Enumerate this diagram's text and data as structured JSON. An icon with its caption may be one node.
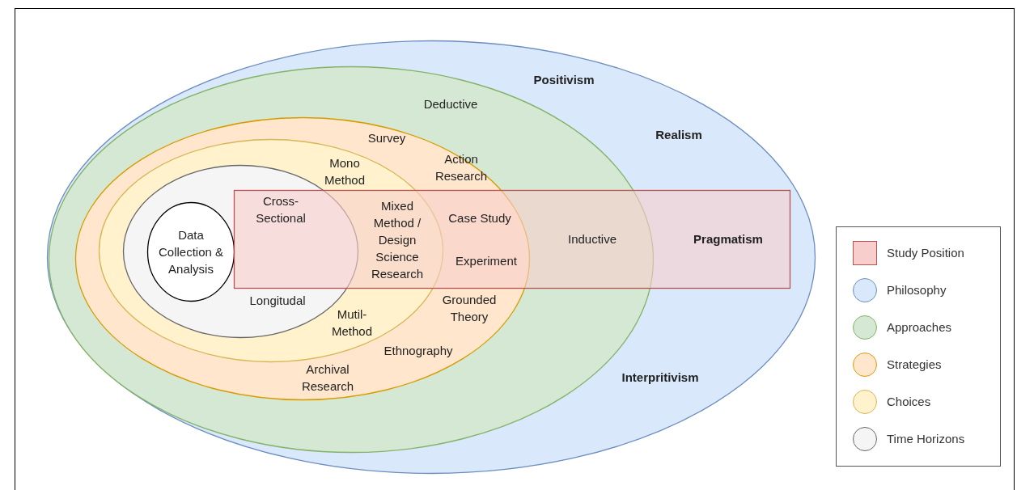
{
  "diagram": {
    "nodes": [
      {
        "text": [
          "Positivism",
          "Realism",
          "Pragmatism",
          "Interpritivism"
        ]
      },
      {
        "text": [
          "Deductive",
          "Inductive"
        ],
        "in": 0
      },
      {
        "text": [
          "Survey",
          "Action Research",
          "Case Study",
          "Experiment",
          "Grounded Theory",
          "Ethnography",
          "Archival Research"
        ],
        "in": 1
      },
      {
        "text": [
          "Mono Method",
          "Mixed Method / Design Science Research",
          "Mutil-Method"
        ],
        "in": 2
      },
      {
        "text": [
          "Cross-Sectional",
          "Longitudal"
        ],
        "in": 3
      },
      {
        "text": [
          "Data Collection & Analysis"
        ],
        "in": 4
      }
    ],
    "edges": [],
    "legend": [
      {
        "text": "Study Position",
        "color": "#f8cecc"
      },
      {
        "text": "Philosophy",
        "color": "#dae8fc"
      },
      {
        "text": "Approaches",
        "color": "#d5e8d4"
      },
      {
        "text": "Strategies",
        "color": "#ffe6cc"
      },
      {
        "text": "Choices",
        "color": "#fff2cc"
      },
      {
        "text": "Time Horizons",
        "color": "#f5f5f5"
      }
    ]
  }
}
